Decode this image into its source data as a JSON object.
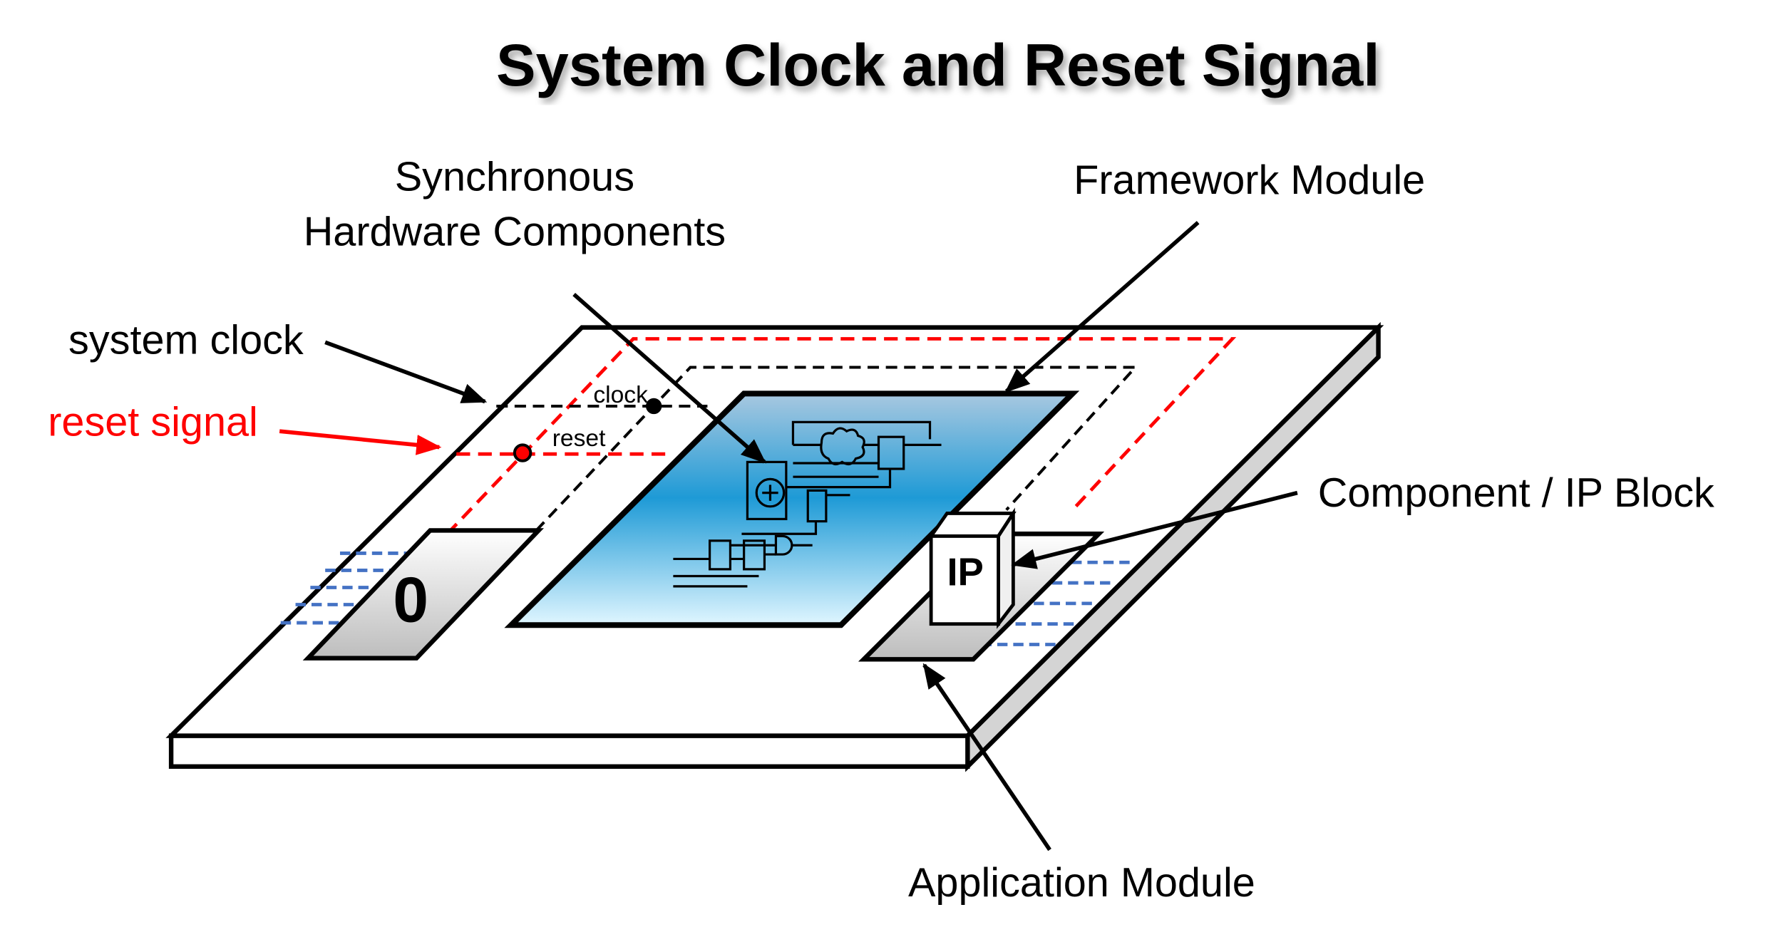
{
  "title": "System Clock and Reset Signal",
  "labels": {
    "sync_line1": "Synchronous",
    "sync_line2": "Hardware Components",
    "framework": "Framework Module",
    "system_clock": "system clock",
    "reset_signal": "reset signal",
    "component_ip": "Component / IP Block",
    "application": "Application Module",
    "clock_small": "clock",
    "reset_small": "reset",
    "zero_pad": "0",
    "ip_box": "IP"
  },
  "colors": {
    "reset": "#ff0000",
    "io_lines": "#4472c4",
    "component_top": "#a8c8e0",
    "component_mid": "#1e9ad6",
    "component_bottom": "#e0f6ff"
  }
}
